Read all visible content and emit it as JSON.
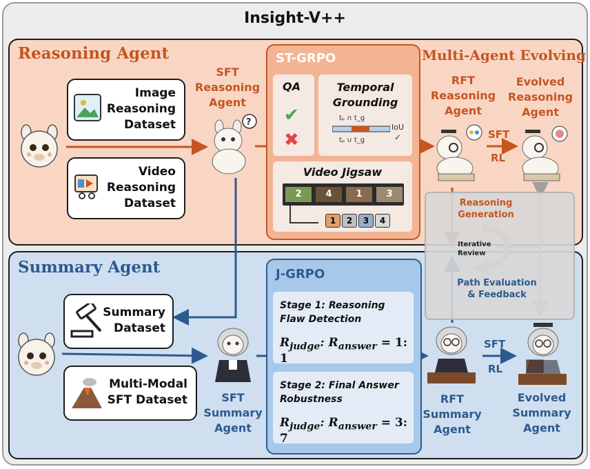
{
  "title": "Insight-V++",
  "reasoning": {
    "section_title": "Reasoning Agent",
    "datasets": [
      "Image Reasoning Dataset",
      "Video Reasoning Dataset"
    ],
    "sft_agent": [
      "SFT",
      "Reasoning",
      "Agent"
    ],
    "st_grpo": {
      "title": "ST-GRPO",
      "qa_label": "QA",
      "temporal_label": [
        "Temporal",
        "Grounding"
      ],
      "iou_label": "IoU",
      "tp_cap_tg": "tₚ ∩ t_g",
      "tp_cup_tg": "tₚ ∪ t_g",
      "jigsaw_label": "Video Jigsaw",
      "jigsaw_frames": [
        "2",
        "4",
        "1",
        "3"
      ],
      "jigsaw_order": [
        "1",
        "2",
        "3",
        "4"
      ]
    },
    "multi_agent_title": "Multi-Agent Evolving",
    "rft_agent": [
      "RFT",
      "Reasoning",
      "Agent"
    ],
    "evolved_agent": [
      "Evolved",
      "Reasoning",
      "Agent"
    ],
    "sft_label": "SFT",
    "rl_label": "RL"
  },
  "middle": {
    "reasoning_generation": [
      "Reasoning",
      "Generation"
    ],
    "iterative_review": [
      "Iterative",
      "Review"
    ],
    "path_evaluation": [
      "Path Evaluation",
      "& Feedback"
    ]
  },
  "summary": {
    "section_title": "Summary Agent",
    "datasets": [
      "Summary Dataset",
      "Multi-Modal SFT Dataset"
    ],
    "sft_agent": [
      "SFT",
      "Summary",
      "Agent"
    ],
    "j_grpo": {
      "title": "J-GRPO",
      "stage1": [
        "Stage 1: Reasoning",
        "Flaw Detection"
      ],
      "stage1_ratio": "1: 1",
      "stage2": [
        "Stage 2: Final Answer",
        "Robustness"
      ],
      "stage2_ratio": "3: 7",
      "r_judge": "judge",
      "r_answer": "answer"
    },
    "rft_agent": [
      "RFT",
      "Summary",
      "Agent"
    ],
    "evolved_agent": [
      "Evolved",
      "Summary",
      "Agent"
    ],
    "sft_label": "SFT",
    "rl_label": "RL"
  },
  "colors": {
    "orange": "#c55521",
    "blue": "#2d5a8e",
    "reason_bg": "#f9d6c4",
    "summary_bg": "#cfdff0"
  }
}
